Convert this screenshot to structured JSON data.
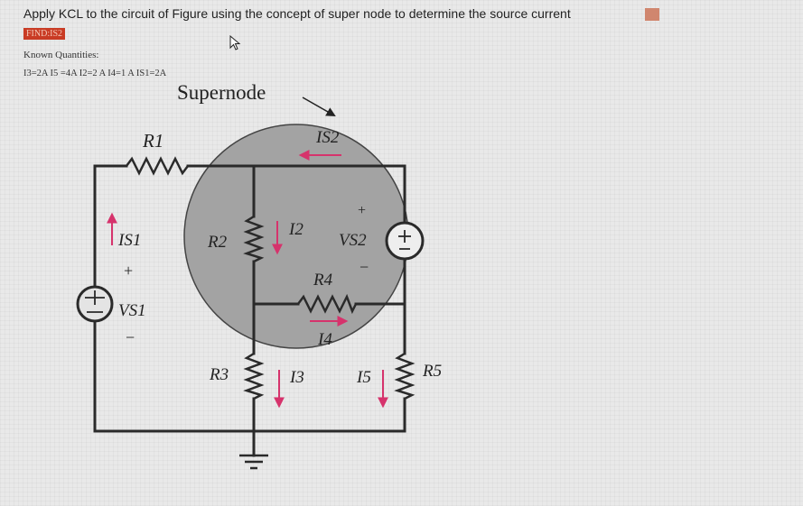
{
  "question": "Apply KCL to the circuit of Figure using the concept of super node to determine the source current",
  "find_badge": "FIND:IS2",
  "known": {
    "title": "Known Quantities:",
    "values": "I3=2A  I5 =4A  I2=2 A I4=1 A  IS1=2A"
  },
  "circuit": {
    "supernode_label": "Supernode",
    "R1": "R1",
    "R2": "R2",
    "R3": "R3",
    "R4": "R4",
    "R5": "R5",
    "IS1": "IS1",
    "IS2": "IS2",
    "VS1": "VS1",
    "VS2": "VS2",
    "I2": "I2",
    "I3": "I3",
    "I4": "I4",
    "I5": "I5",
    "plus": "+",
    "minus": "−"
  },
  "colors": {
    "wire": "#2a2a2a",
    "arrow": "#d6336c",
    "supernode_fill": "#9e9e9e",
    "badge": "#c93b24"
  }
}
